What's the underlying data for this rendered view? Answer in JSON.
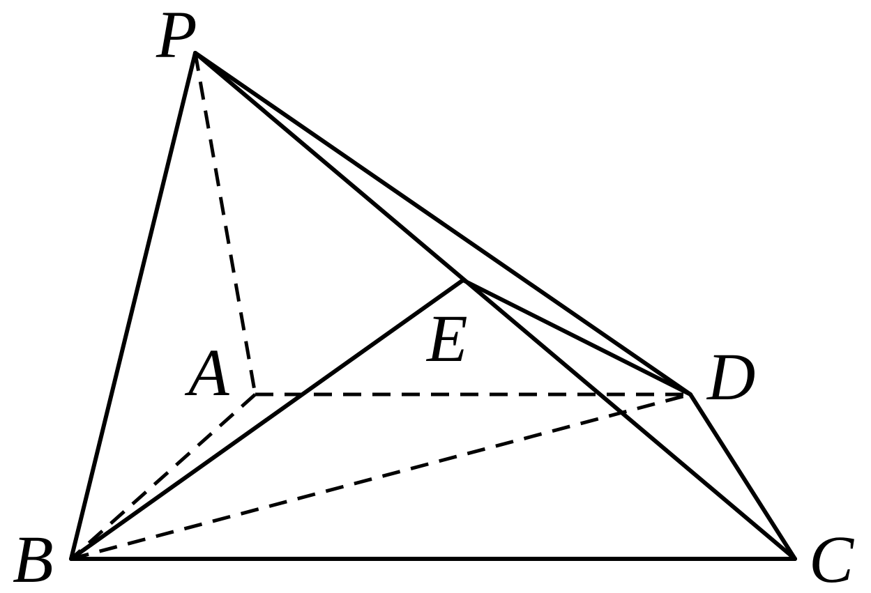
{
  "figure": {
    "vertices": {
      "P": {
        "label": "P"
      },
      "A": {
        "label": "A"
      },
      "B": {
        "label": "B"
      },
      "C": {
        "label": "C"
      },
      "D": {
        "label": "D"
      },
      "E": {
        "label": "E"
      }
    },
    "solid_edges": [
      [
        "P",
        "B"
      ],
      [
        "P",
        "D"
      ],
      [
        "P",
        "C"
      ],
      [
        "B",
        "C"
      ],
      [
        "C",
        "D"
      ],
      [
        "B",
        "E"
      ],
      [
        "E",
        "D"
      ]
    ],
    "dashed_edges": [
      [
        "P",
        "A"
      ],
      [
        "A",
        "B"
      ],
      [
        "A",
        "D"
      ],
      [
        "B",
        "D"
      ]
    ],
    "colors": {
      "stroke": "#000000",
      "background": "#ffffff"
    }
  }
}
